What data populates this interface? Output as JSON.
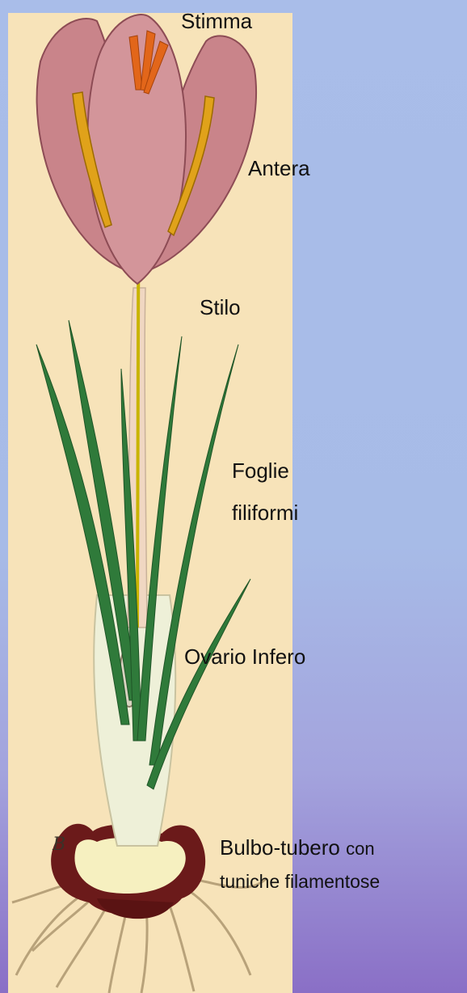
{
  "labels": {
    "stimma": "Stimma",
    "antera": "Antera",
    "stilo": "Stilo",
    "foglie_line1": "Foglie",
    "foglie_line2": "filiformi",
    "ovario": "Ovario Infero",
    "bulbo_main": "Bulbo-tubero",
    "bulbo_small": "con",
    "bulbo_line2": "tuniche filamentose"
  },
  "plate": {
    "letter": "B"
  },
  "colors": {
    "background_top": "#a9bde9",
    "background_bottom": "#8a6fc6",
    "plate_paper": "#f7e3b9",
    "petal": "#c9848a",
    "leaf": "#2f7a3a",
    "bulb": "#6b1a1a"
  }
}
